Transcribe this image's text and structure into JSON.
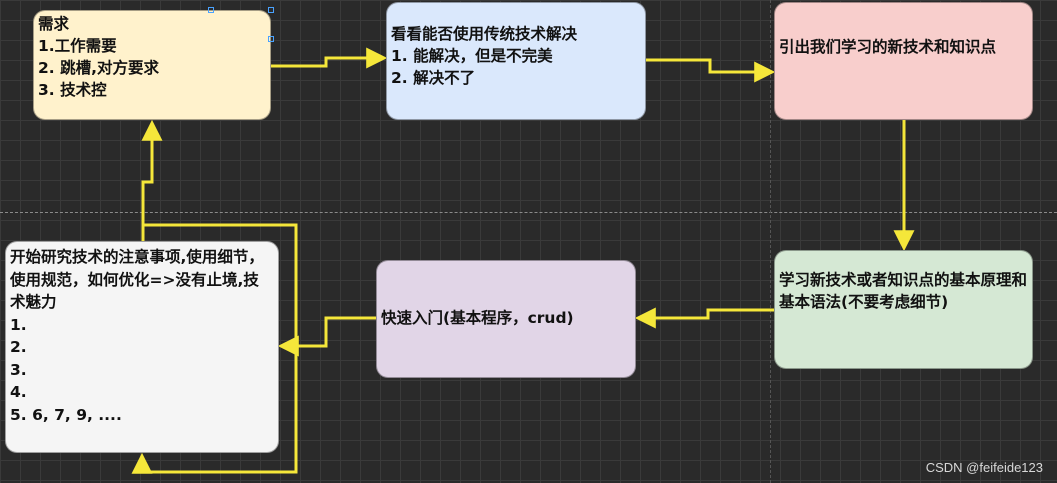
{
  "colors": {
    "background": "#2a2a2a",
    "edge": "#f5e73a",
    "requirement_fill": "#fff2cc",
    "traditional_fill": "#dae8fc",
    "introduce_fill": "#f8cecc",
    "principles_fill": "#d5e8d4",
    "quickstart_fill": "#e1d5e7",
    "notes_fill": "#f5f5f5"
  },
  "nodes": {
    "requirement": {
      "title": "需求",
      "item1": "1.工作需要",
      "item2": "2. 跳槽,对方要求",
      "item3": "3. 技术控"
    },
    "traditional": {
      "title": "看看能否使用传统技术解决",
      "item1": "1. 能解决，但是不完美",
      "item2": "2. 解决不了"
    },
    "introduce": {
      "text": "引出我们学习的新技术和知识点"
    },
    "principles": {
      "text": "学习新技术或者知识点的基本原理和基本语法(不要考虑细节)"
    },
    "quickstart": {
      "text": "快速入门(基本程序，crud)"
    },
    "notes": {
      "title": "开始研究技术的注意事项,使用细节，使用规范，如何优化=>没有止境,技术魅力",
      "item1": "1.",
      "item2": "2.",
      "item3": "3.",
      "item4": "4.",
      "item5": "5. 6, 7, 9, ...."
    }
  },
  "edges": [
    {
      "from": "requirement",
      "to": "traditional"
    },
    {
      "from": "traditional",
      "to": "introduce"
    },
    {
      "from": "introduce",
      "to": "principles"
    },
    {
      "from": "principles",
      "to": "quickstart"
    },
    {
      "from": "quickstart",
      "to": "notes"
    },
    {
      "from": "notes",
      "to": "requirement"
    },
    {
      "from": "notes",
      "to": "notes"
    }
  ],
  "watermark": "CSDN @feifeide123"
}
